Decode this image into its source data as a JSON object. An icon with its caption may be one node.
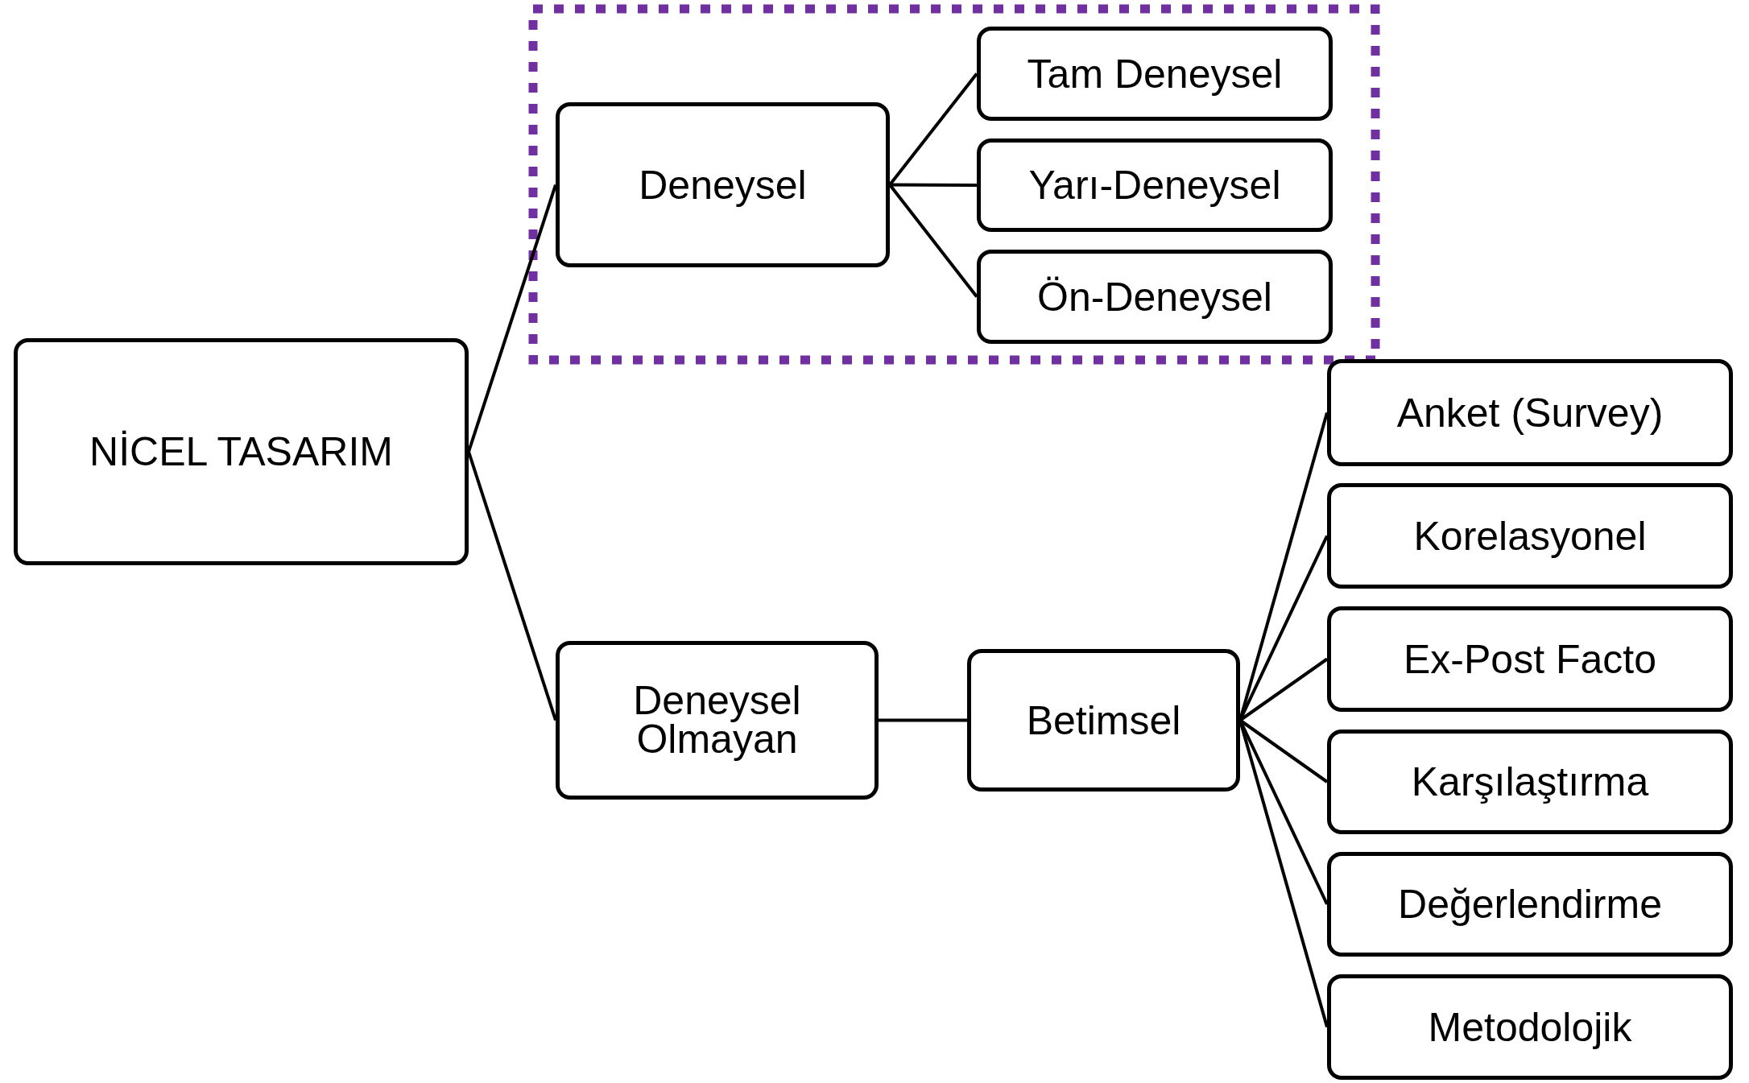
{
  "diagram": {
    "nodes": [
      {
        "text": [
          "NİCEL TASARIM"
        ]
      },
      {
        "text": [
          "Deneysel"
        ]
      },
      {
        "text": [
          "Tam Deneysel"
        ]
      },
      {
        "text": [
          "Yarı-Deneysel"
        ]
      },
      {
        "text": [
          "Ön-Deneysel"
        ]
      },
      {
        "text": [
          "Deneysel Olmayan"
        ]
      },
      {
        "text": [
          "Betimsel"
        ]
      },
      {
        "text": [
          "Anket (Survey)"
        ]
      },
      {
        "text": [
          "Korelasyonel"
        ]
      },
      {
        "text": [
          "Ex-Post Facto"
        ]
      },
      {
        "text": [
          "Karşılaştırma"
        ]
      },
      {
        "text": [
          "Değerlendirme"
        ]
      },
      {
        "text": [
          "Metodolojik"
        ]
      }
    ],
    "edges": [
      {
        "from": 0,
        "to": 1,
        "arrow": "none"
      },
      {
        "from": 0,
        "to": 5,
        "arrow": "none"
      },
      {
        "from": 1,
        "to": 2,
        "arrow": "none"
      },
      {
        "from": 1,
        "to": 3,
        "arrow": "none"
      },
      {
        "from": 1,
        "to": 4,
        "arrow": "none"
      },
      {
        "from": 5,
        "to": 6,
        "arrow": "none"
      },
      {
        "from": 6,
        "to": 7,
        "arrow": "none"
      },
      {
        "from": 6,
        "to": 8,
        "arrow": "none"
      },
      {
        "from": 6,
        "to": 9,
        "arrow": "none"
      },
      {
        "from": 6,
        "to": 10,
        "arrow": "none"
      },
      {
        "from": 6,
        "to": 11,
        "arrow": "none"
      },
      {
        "from": 6,
        "to": 12,
        "arrow": "none"
      }
    ]
  }
}
